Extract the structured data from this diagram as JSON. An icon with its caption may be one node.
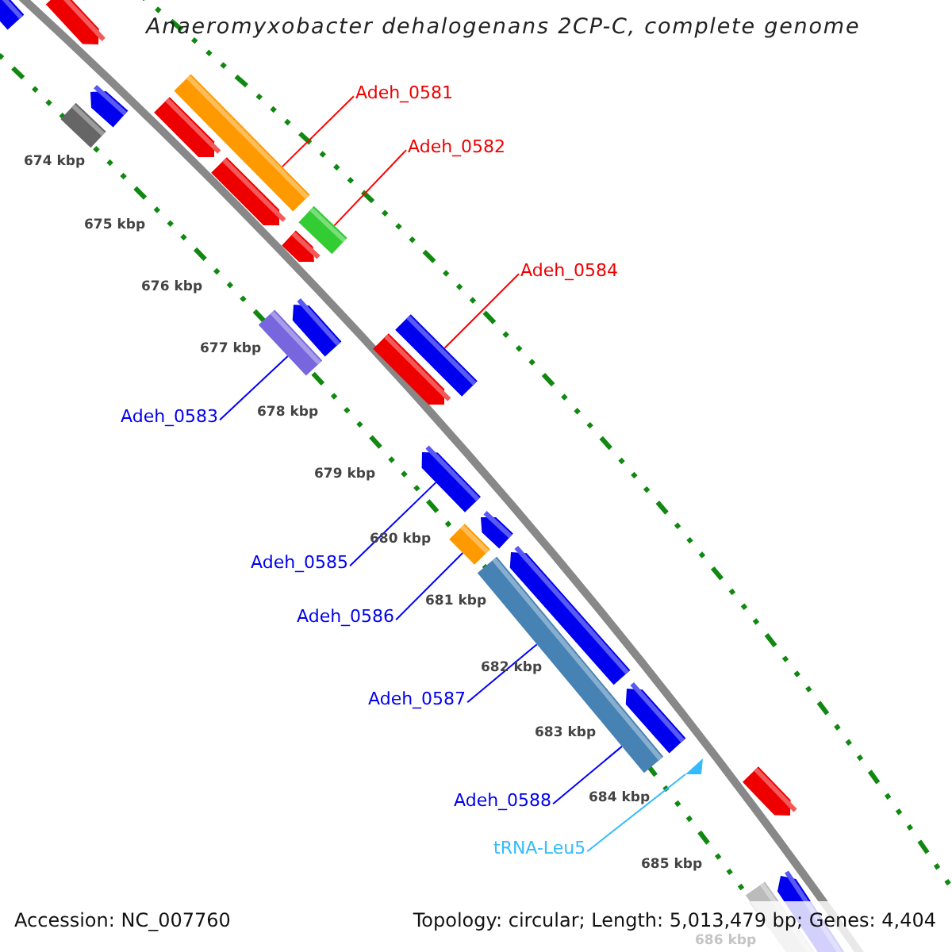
{
  "diagram": {
    "title": "Anaeromyxobacter dehalogenans 2CP-C, complete genome",
    "nodes": [
      {
        "text": [],
        "shape": "arrow"
      },
      {
        "text": [],
        "shape": "arrow"
      },
      {
        "text": [],
        "shape": "bar"
      },
      {
        "text": [],
        "shape": "arrow"
      },
      {
        "text": [],
        "shape": "arrow"
      },
      {
        "text": [],
        "shape": "bar"
      },
      {
        "text": [],
        "shape": "arrow"
      },
      {
        "text": [],
        "shape": "arrow"
      },
      {
        "text": [],
        "shape": "bar"
      },
      {
        "text": [],
        "shape": "bar"
      },
      {
        "text": [],
        "shape": "arrow"
      },
      {
        "text": [],
        "shape": "arrow"
      },
      {
        "text": [],
        "shape": "bar"
      },
      {
        "text": [],
        "shape": "arrow"
      },
      {
        "text": [],
        "shape": "bar"
      },
      {
        "text": [],
        "shape": "arrow"
      },
      {
        "text": [],
        "shape": "arrow"
      },
      {
        "text": [],
        "shape": "bar"
      },
      {
        "text": [],
        "shape": "arrow"
      },
      {
        "text": [],
        "shape": "triangle"
      },
      {
        "text": [],
        "shape": "arrow"
      },
      {
        "text": [],
        "shape": "bar"
      },
      {
        "text": [],
        "shape": "arrow"
      },
      {
        "text": [
          "Adeh_0581"
        ]
      },
      {
        "text": [
          "Adeh_0582"
        ]
      },
      {
        "text": [
          "Adeh_0584"
        ]
      },
      {
        "text": [
          "Adeh_0583"
        ]
      },
      {
        "text": [
          "Adeh_0585"
        ]
      },
      {
        "text": [
          "Adeh_0586"
        ]
      },
      {
        "text": [
          "Adeh_0587"
        ]
      },
      {
        "text": [
          "Adeh_0588"
        ]
      },
      {
        "text": [
          "tRNA-Leu5"
        ]
      }
    ],
    "edges": [
      {
        "from": 23,
        "to": 5,
        "arrow": "none",
        "color": "#ff0000"
      },
      {
        "from": 24,
        "to": 8,
        "arrow": "none",
        "color": "#ff0000"
      },
      {
        "from": 25,
        "to": 12,
        "arrow": "none",
        "color": "#ff0000"
      },
      {
        "from": 26,
        "to": 9,
        "arrow": "none"
      },
      {
        "from": 27,
        "to": 13,
        "arrow": "none"
      },
      {
        "from": 28,
        "to": 14,
        "arrow": "none"
      },
      {
        "from": 29,
        "to": 17,
        "arrow": "none"
      },
      {
        "from": 30,
        "to": 17,
        "arrow": "none"
      },
      {
        "from": 31,
        "to": 19,
        "arrow": "none",
        "color": "#33bbff"
      }
    ],
    "labels": [
      "674 kbp",
      "675 kbp",
      "676 kbp",
      "677 kbp",
      "678 kbp",
      "679 kbp",
      "680 kbp",
      "681 kbp",
      "682 kbp",
      "683 kbp",
      "684 kbp",
      "685 kbp",
      "686 kbp",
      "Accession: NC_007760",
      "Topology: circular; Length: 5,013,479 bp; Genes: 4,404"
    ]
  }
}
